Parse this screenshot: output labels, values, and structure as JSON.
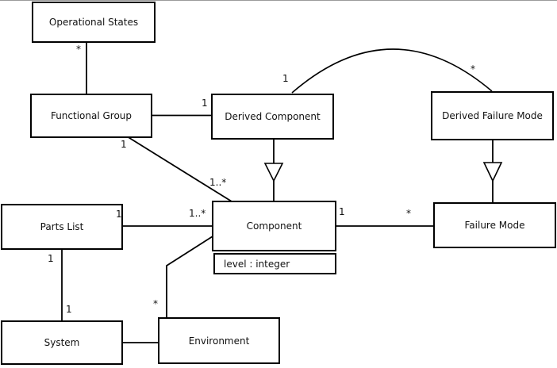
{
  "diagram": {
    "type": "uml-class-diagram",
    "classes": {
      "operational_states": {
        "label": "Operational States"
      },
      "functional_group": {
        "label": "Functional Group"
      },
      "derived_component": {
        "label": "Derived Component"
      },
      "derived_failure_mode": {
        "label": "Derived Failure Mode"
      },
      "parts_list": {
        "label": "Parts List"
      },
      "component": {
        "label": "Component",
        "attribute": "level : integer"
      },
      "failure_mode": {
        "label": "Failure Mode"
      },
      "system": {
        "label": "System"
      },
      "environment": {
        "label": "Environment"
      }
    },
    "multiplicities": {
      "os_fg_star": "*",
      "fg_dc_one": "1",
      "dc_arc_one": "1",
      "dfm_arc_star": "*",
      "fg_comp_one": "1",
      "fg_comp_many": "1..*",
      "pl_comp_one": "1",
      "pl_comp_many": "1..*",
      "comp_fm_one": "1",
      "comp_fm_star": "*",
      "pl_sys_one": "1",
      "sys_one": "1",
      "env_star": "*"
    },
    "edges": [
      {
        "from": "Operational States",
        "to": "Functional Group",
        "from_mult": "*"
      },
      {
        "from": "Functional Group",
        "to": "Derived Component",
        "to_mult": "1"
      },
      {
        "from": "Functional Group",
        "to": "Component",
        "from_mult": "1",
        "to_mult": "1..*"
      },
      {
        "from": "Derived Component",
        "to": "Derived Failure Mode",
        "from_mult": "1",
        "to_mult": "*",
        "shape": "arc"
      },
      {
        "from": "Derived Component",
        "to": "Component",
        "type": "generalization"
      },
      {
        "from": "Derived Failure Mode",
        "to": "Failure Mode",
        "type": "generalization"
      },
      {
        "from": "Parts List",
        "to": "Component",
        "from_mult": "1",
        "to_mult": "1..*"
      },
      {
        "from": "Component",
        "to": "Failure Mode",
        "from_mult": "1",
        "to_mult": "*"
      },
      {
        "from": "Parts List",
        "to": "System",
        "from_mult": "1",
        "to_mult": "1"
      },
      {
        "from": "Component",
        "to": "Environment",
        "to_mult": "*",
        "shape": "elbow"
      },
      {
        "from": "System",
        "to": "Environment"
      }
    ],
    "colors": {
      "line": "#000000",
      "box_fill": "#ffffff",
      "top_edge": "#9a9a9a"
    }
  }
}
